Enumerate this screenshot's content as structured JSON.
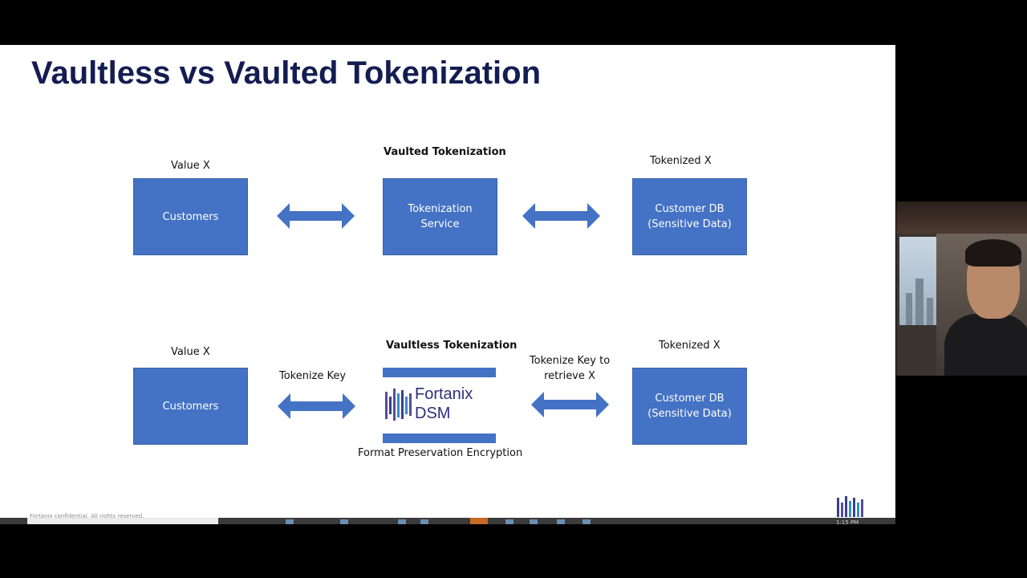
{
  "slide": {
    "title": "Vaultless vs Vaulted Tokenization",
    "footer": "Fortanix confidential. All rights reserved."
  },
  "vaulted": {
    "heading": "Vaulted Tokenization",
    "left_label": "Value X",
    "left_box": "Customers",
    "middle_box": "Tokenization\nService",
    "right_label": "Tokenized X",
    "right_box": "Customer DB\n(Sensitive Data)"
  },
  "vaultless": {
    "heading": "Vaultless Tokenization",
    "left_label": "Value X",
    "left_box": "Customers",
    "left_arrow_label": "Tokenize Key",
    "middle_logo_text_1": "Fortanix",
    "middle_logo_text_2": "DSM",
    "middle_caption": "Format Preservation Encryption",
    "right_arrow_label": "Tokenize Key to\nretrieve X",
    "right_label": "Tokenized X",
    "right_box": "Customer DB\n(Sensitive Data)"
  },
  "taskbar": {
    "clock": "1:15 PM"
  },
  "colors": {
    "box_fill": "#4472c4",
    "title": "#141d52",
    "logo": "#2d2f7a"
  },
  "icons": [
    "fortanix-logo-icon",
    "double-arrow-icon"
  ]
}
